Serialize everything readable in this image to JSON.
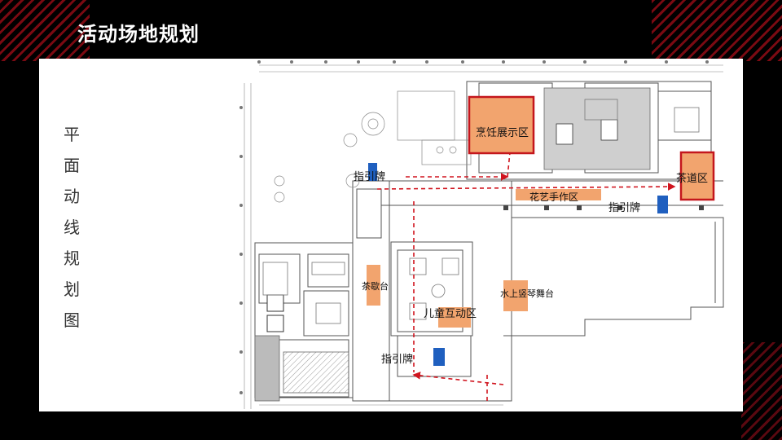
{
  "page": {
    "title": "活动场地规划",
    "side_title": [
      "平",
      "面",
      "动",
      "线",
      "规",
      "划",
      "图"
    ]
  },
  "zones": {
    "cooking": "烹饪展示区",
    "tea_ceremony": "茶道区",
    "floral": "花艺手作区",
    "tea_break": "茶歇台",
    "kids": "儿童互动区",
    "piano_stage": "水上竖琴舞台",
    "sign1": "指引牌",
    "sign2": "指引牌",
    "sign3": "指引牌"
  },
  "colors": {
    "zone_fill": "#f2a46e",
    "zone_border": "#c4161c",
    "sign": "#1f5fbf",
    "route": "#d0141e"
  }
}
